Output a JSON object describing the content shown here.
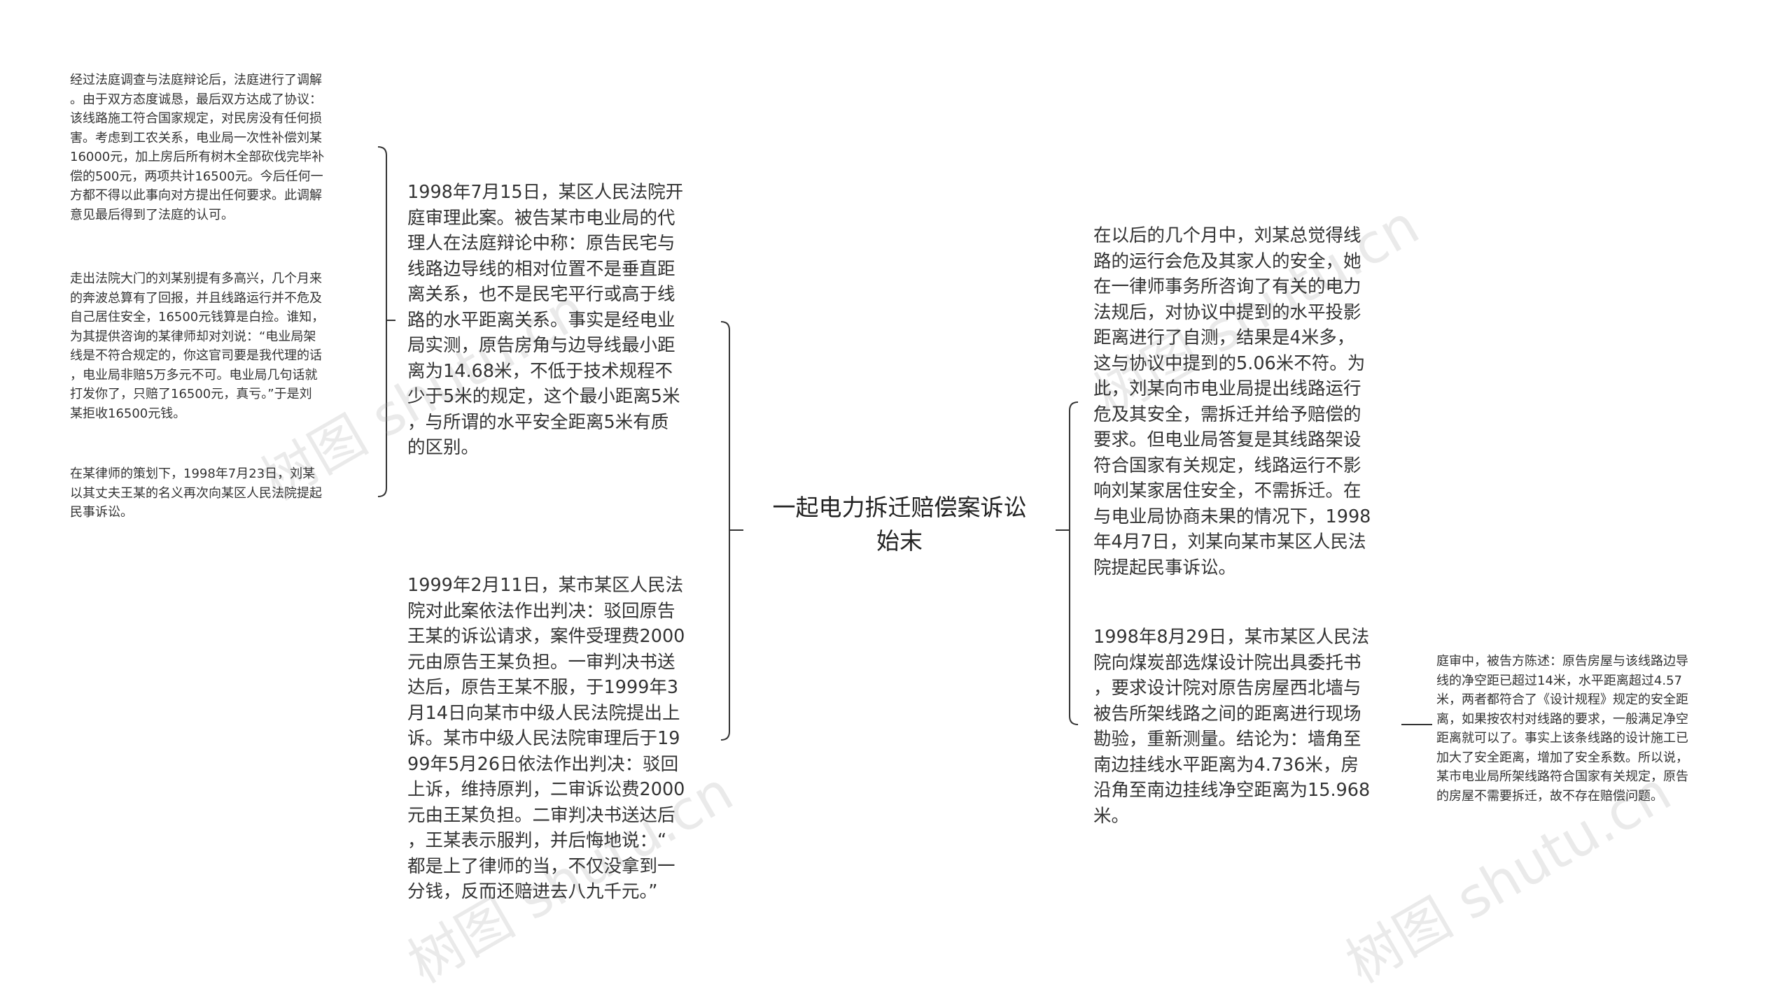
{
  "root": {
    "title": "一起电力拆迁赔偿案诉讼\n始末"
  },
  "left": {
    "hearing": "1998年7月15日，某区人民法院开\n庭审理此案。被告某市电业局的代\n理人在法庭辩论中称：原告民宅与\n线路边导线的相对位置不是垂直距\n离关系，也不是民宅平行或高于线\n路的水平距离关系。事实是经电业\n局实测，原告房角与边导线最小距\n离为14.68米，不低于技术规程不\n少于5米的规定，这个最小距离5米\n，与所谓的水平安全距离5米有质\n的区别。",
    "judgment": "1999年2月11日，某市某区人民法\n院对此案依法作出判决：驳回原告\n王某的诉讼请求，案件受理费2000\n元由原告王某负担。一审判决书送\n达后，原告王某不服，于1999年3\n月14日向某市中级人民法院提出上\n诉。某市中级人民法院审理后于19\n99年5月26日依法作出判决：驳回\n上诉，维持原判，二审诉讼费2000\n元由王某负担。二审判决书送达后\n，王某表示服判，并后悔地说：“\n都是上了律师的当，不仅没拿到一\n分钱，反而还赔进去八九千元。”",
    "sub": {
      "mediation": "经过法庭调查与法庭辩论后，法庭进行了调解\n。由于双方态度诚恳，最后双方达成了协议：\n该线路施工符合国家规定，对民房没有任何损\n害。考虑到工农关系，电业局一次性补偿刘某\n16000元，加上房后所有树木全部砍伐完毕补\n偿的500元，两项共计16500元。今后任何一\n方都不得以此事向对方提出任何要求。此调解\n意见最后得到了法庭的认可。",
      "lawyer": "走出法院大门的刘某别提有多高兴，几个月来\n的奔波总算有了回报，并且线路运行并不危及\n自己居住安全，16500元钱算是白捡。谁知，\n为其提供咨询的某律师却对刘说：“电业局架\n线是不符合规定的，你这官司要是我代理的话\n，电业局非赔5万多元不可。电业局几句话就\n打发你了，只赔了16500元，真亏。”于是刘\n某拒收16500元钱。",
      "refile": "在某律师的策划下，1998年7月23日，刘某\n以其丈夫王某的名义再次向某区人民法院提起\n民事诉讼。"
    }
  },
  "right": {
    "lawsuit": "在以后的几个月中，刘某总觉得线\n路的运行会危及其家人的安全，她\n在一律师事务所咨询了有关的电力\n法规后，对协议中提到的水平投影\n距离进行了自测，结果是4米多，\n这与协议中提到的5.06米不符。为\n此，刘某向市电业局提出线路运行\n危及其安全，需拆迁并给予赔偿的\n要求。但电业局答复是其线路架设\n符合国家有关规定，线路运行不影\n响刘某家居住安全，不需拆迁。在\n与电业局协商未果的情况下，1998\n年4月7日，刘某向某市某区人民法\n院提起民事诉讼。",
    "survey": "1998年8月29日，某市某区人民法\n院向煤炭部选煤设计院出具委托书\n，要求设计院对原告房屋西北墙与\n被告所架线路之间的距离进行现场\n勘验，重新测量。结论为：墙角至\n南边挂线水平距离为4.736米，房\n沿角至南边挂线净空距离为15.968\n米。",
    "sub": {
      "defense": "庭审中，被告方陈述：原告房屋与该线路边导\n线的净空距已超过14米，水平距离超过4.57\n米，两者都符合了《设计规程》规定的安全距\n离，如果按农村对线路的要求，一般满足净空\n距离就可以了。事实上该条线路的设计施工已\n加大了安全距离，增加了安全系数。所以说，\n某市电业局所架线路符合国家有关规定，原告\n的房屋不需要拆迁，故不存在赔偿问题。"
    }
  },
  "watermark": {
    "text": "树图 shutu.cn"
  },
  "colors": {
    "line": "#333333",
    "text": "#333333",
    "watermark": "#969696"
  }
}
